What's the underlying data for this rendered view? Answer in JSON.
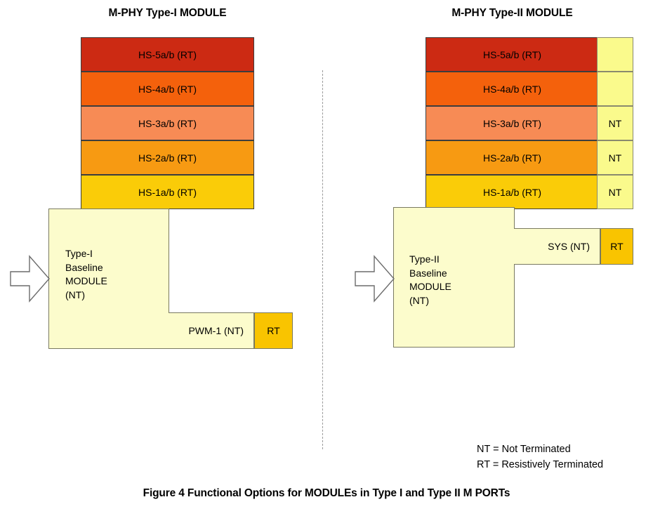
{
  "figure": {
    "caption": "Figure 4 Functional Options for MODULEs in Type I and Type II M PORTs"
  },
  "panels": {
    "left": {
      "title": "M-PHY Type-I MODULE",
      "bands": [
        {
          "label": "HS-5a/b (RT)",
          "color": "#cc2a13"
        },
        {
          "label": "HS-4a/b (RT)",
          "color": "#f4610c"
        },
        {
          "label": "HS-3a/b (RT)",
          "color": "#f78b55"
        },
        {
          "label": "HS-2a/b (RT)",
          "color": "#f79a12"
        },
        {
          "label": "HS-1a/b (RT)",
          "color": "#facc08"
        }
      ],
      "module_label": "Type-I\nBaseline\nMODULE\n(NT)",
      "extension_label": "PWM-1 (NT)",
      "extension_termination": "RT",
      "input_arrow": "input-arrow"
    },
    "right": {
      "title": "M-PHY Type-II MODULE",
      "bands": [
        {
          "label": "HS-5a/b (RT)",
          "color": "#cc2a13",
          "side": ""
        },
        {
          "label": "HS-4a/b (RT)",
          "color": "#f4610c",
          "side": ""
        },
        {
          "label": "HS-3a/b (RT)",
          "color": "#f78b55",
          "side": "NT"
        },
        {
          "label": "HS-2a/b (RT)",
          "color": "#f79a12",
          "side": "NT"
        },
        {
          "label": "HS-1a/b (RT)",
          "color": "#facc08",
          "side": "NT"
        }
      ],
      "module_label": "Type-II\nBaseline\nMODULE\n(NT)",
      "extension_label": "SYS (NT)",
      "extension_termination": "RT",
      "input_arrow": "input-arrow"
    }
  },
  "legend": {
    "line1": "NT = Not Terminated",
    "line2": "RT = Resistively Terminated"
  },
  "colors": {
    "module_fill": "#fcfccc",
    "nt_fill": "#fafa8c",
    "rt_fill": "#f9c400",
    "outline": "#7a7a60",
    "divider": "#9a9a9a"
  }
}
